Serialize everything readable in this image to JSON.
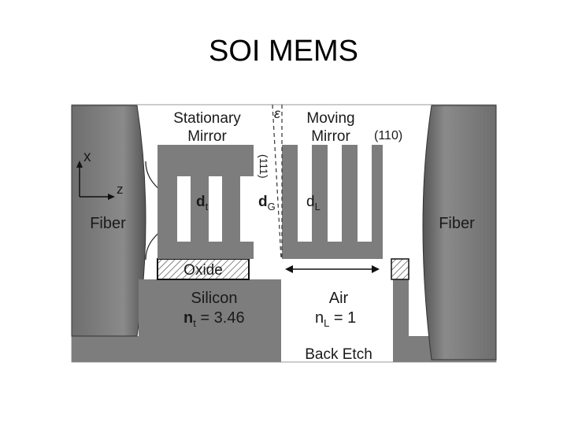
{
  "slide": {
    "title": "SOI MEMS"
  },
  "diagram": {
    "stationary_mirror": [
      "Stationary",
      "Mirror"
    ],
    "moving_mirror": [
      "Moving",
      "Mirror"
    ],
    "orientation_110": "(110)",
    "orientation_111": "(111)",
    "epsilon": "ε",
    "axis_x": "x",
    "axis_z": "z",
    "fiber_left": "Fiber",
    "fiber_right": "Fiber",
    "d_t": {
      "main": "d",
      "sub": "t"
    },
    "d_G": {
      "main": "d",
      "sub": "G"
    },
    "d_L": {
      "main": "d",
      "sub": "L"
    },
    "oxide": "Oxide",
    "silicon": "Silicon",
    "n_t": {
      "main": "n",
      "sub": "t",
      "rest": " = 3.46"
    },
    "air": "Air",
    "n_L": {
      "main": "n",
      "sub": "L",
      "rest": " = 1"
    },
    "back_etch": "Back Etch"
  }
}
